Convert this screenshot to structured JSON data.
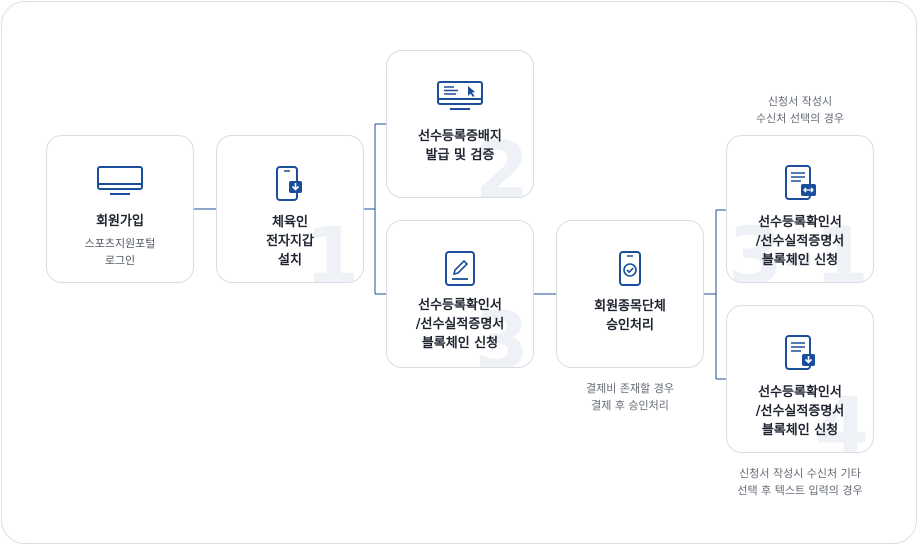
{
  "colors": {
    "line": "#1a4e9a",
    "icon": "#1a4e9a",
    "number": "#eef2f7"
  },
  "steps": {
    "signup": {
      "title": "회원가입",
      "sub": "스포츠지원포털\n로그인",
      "icon": "monitor-icon"
    },
    "wallet": {
      "title": "체육인\n전자지갑\n설치",
      "number": "1",
      "icon": "phone-download-icon"
    },
    "badge": {
      "title": "선수등록증배지\n발급 및 검증",
      "number": "2",
      "icon": "monitor-cursor-icon"
    },
    "apply": {
      "title": "선수등록확인서\n/선수실적증명서\n블록체인 신청",
      "number": "3",
      "icon": "document-pen-icon"
    },
    "approve": {
      "title": "회원종목단체\n승인처리",
      "icon": "phone-check-icon"
    },
    "select": {
      "title": "선수등록확인서\n/선수실적증명서\n블록체인 신청",
      "number": "3-1",
      "icon": "document-transfer-icon"
    },
    "text": {
      "title": "선수등록확인서\n/선수실적증명서\n블록체인 신청",
      "number": "4",
      "icon": "document-download-icon"
    }
  },
  "notes": {
    "select": "신청서 작성시\n수신처 선택의 경우",
    "payment": "결제비 존재할 경우\n결제 후 승인처리",
    "text": "신청서 작성시 수신처 기타\n선택 후 텍스트 입력의 경우"
  }
}
